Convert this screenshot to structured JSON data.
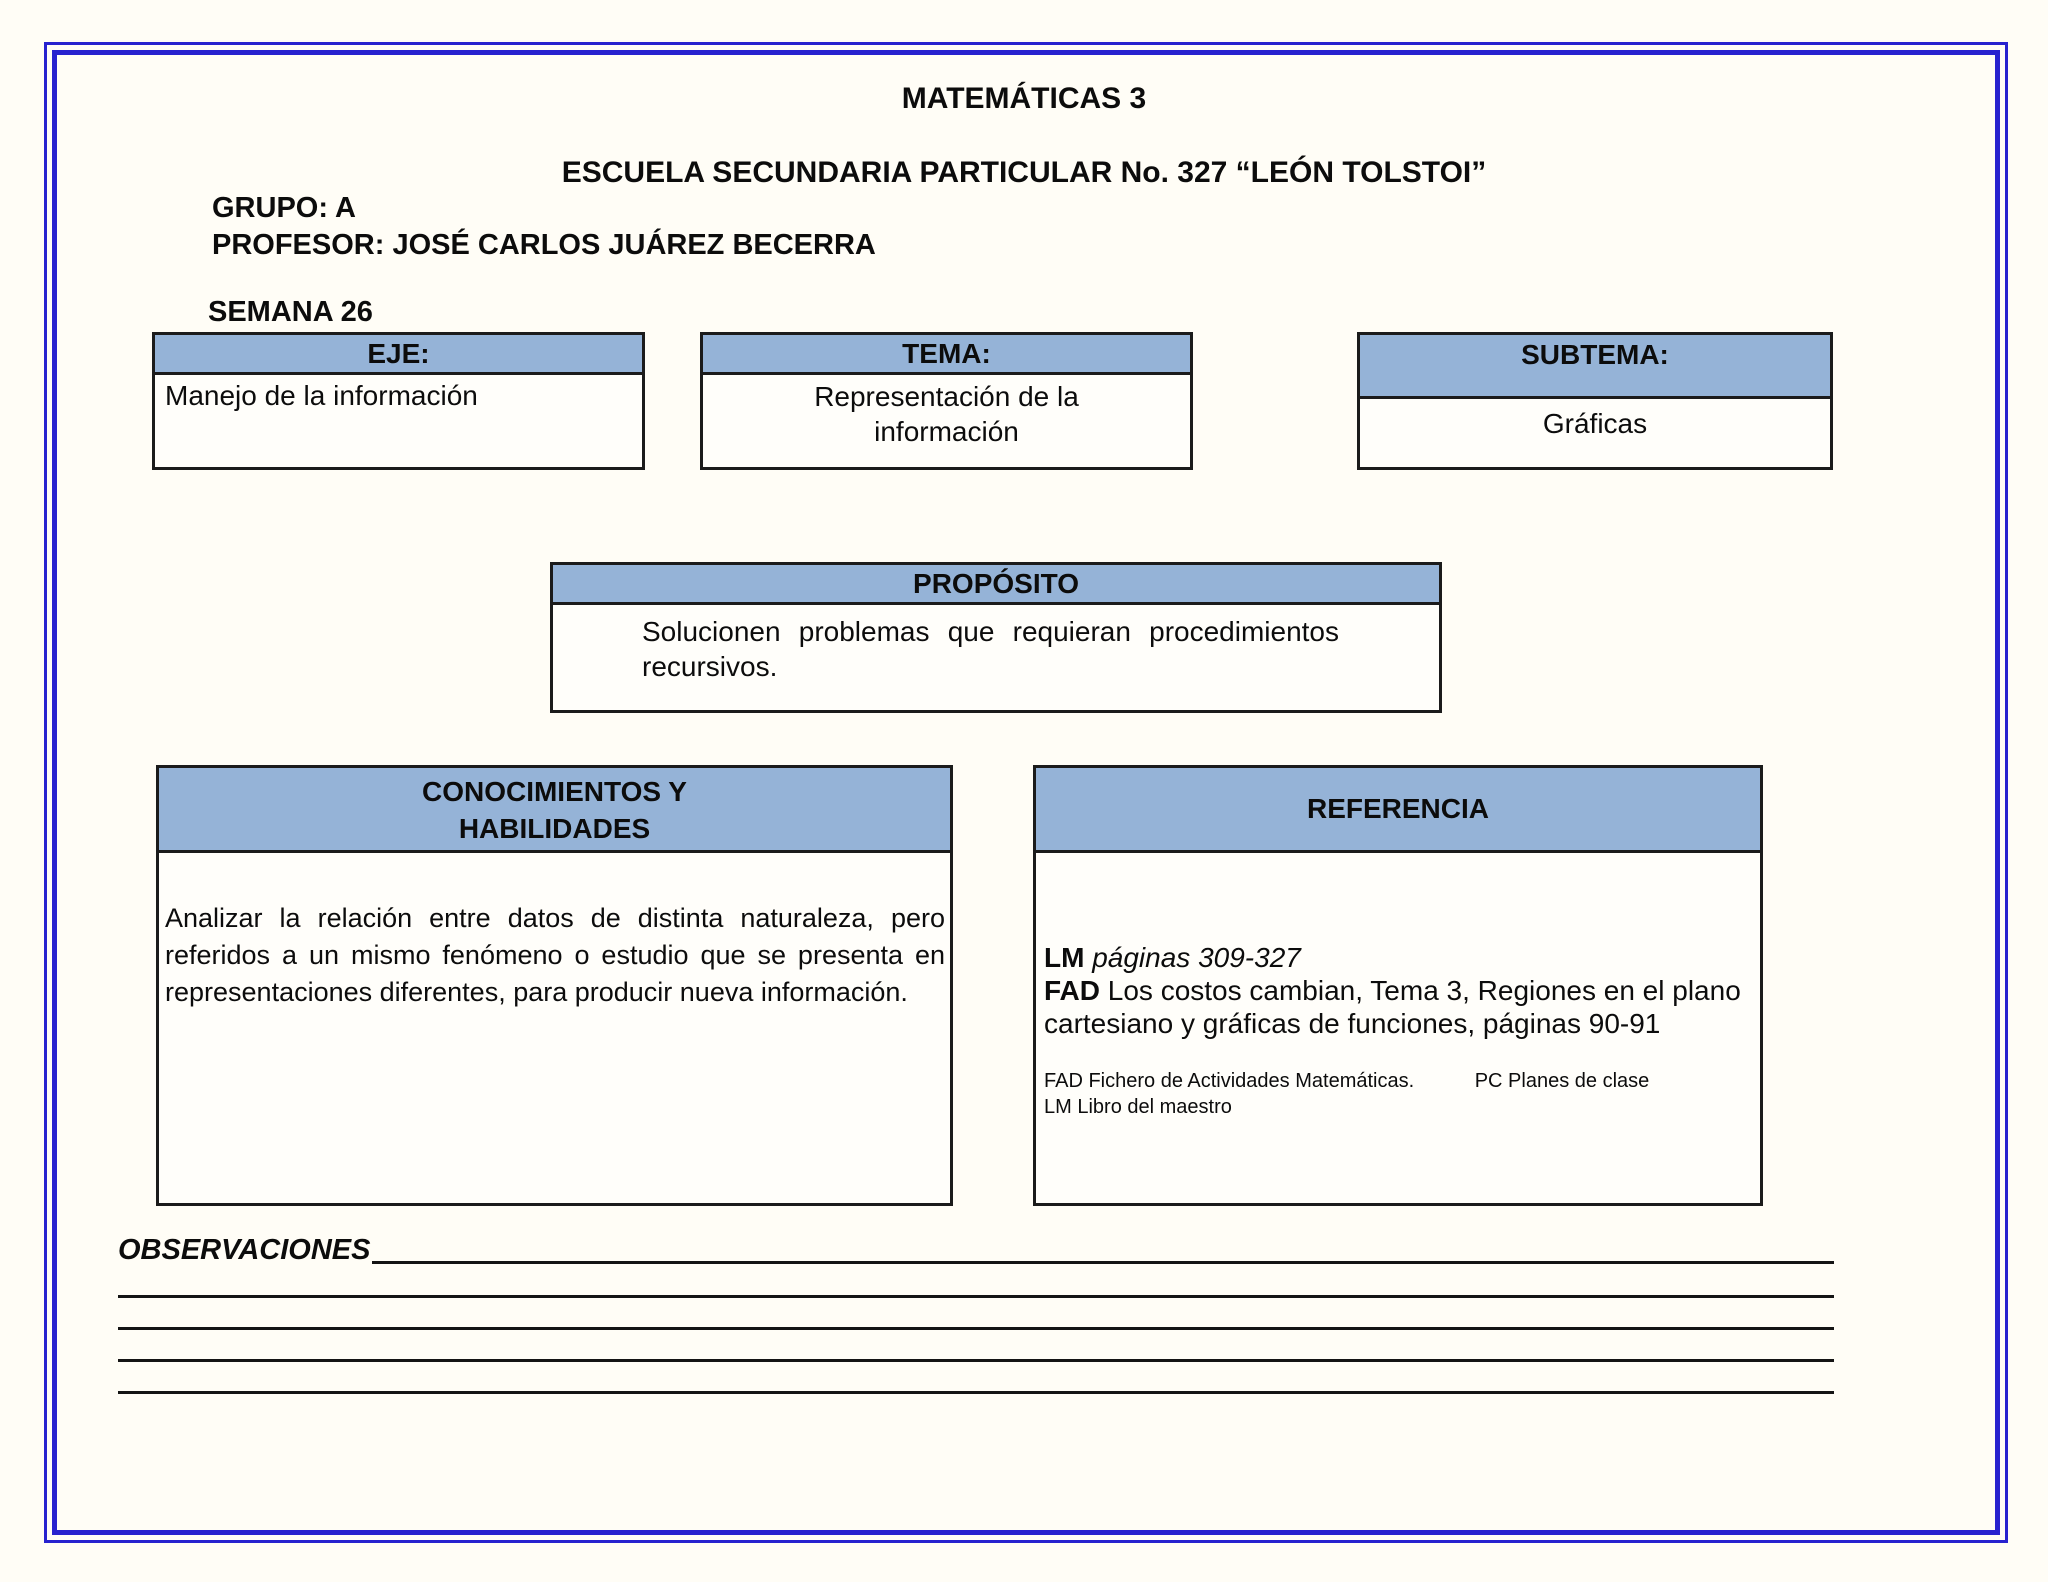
{
  "colors": {
    "header_bg": "#95B3D7",
    "page_border_blue": "#2822cf",
    "box_border": "#1b1b1b"
  },
  "header": {
    "title": "MATEMÁTICAS 3",
    "school": "ESCUELA SECUNDARIA PARTICULAR No. 327 “LEÓN TOLSTOI”",
    "group": "GRUPO: A",
    "professor": "PROFESOR: JOSÉ CARLOS JUÁREZ BECERRA",
    "week": "SEMANA 26"
  },
  "row1": {
    "eje": {
      "header": "EJE:",
      "content": "Manejo de la información"
    },
    "tema": {
      "header": "TEMA:",
      "content": "Representación de la información"
    },
    "subtema": {
      "header": "SUBTEMA:",
      "content": "Gráficas"
    }
  },
  "proposito": {
    "header": "PROPÓSITO",
    "content": "Solucionen problemas que requieran procedimientos recursivos."
  },
  "conocimientos": {
    "header_line1": "CONOCIMIENTOS Y",
    "header_line2": "HABILIDADES",
    "content": "Analizar la relación entre datos de distinta naturaleza, pero referidos a un mismo fenómeno o estudio que se presenta en representaciones diferentes, para producir nueva información."
  },
  "referencia": {
    "header": "REFERENCIA",
    "items": [
      {
        "abbr": "LM",
        "text": "páginas 309-327"
      },
      {
        "abbr": "FAD",
        "text": "Los costos cambian, Tema 3, Regiones en el plano cartesiano y gráficas de funciones, páginas 90-91"
      }
    ],
    "footnote_col1": "FAD Fichero de Actividades Matemáticas.",
    "footnote_col2": "PC Planes de clase",
    "footnote_line2": "LM Libro del maestro"
  },
  "observaciones": {
    "label": "OBSERVACIONES"
  }
}
